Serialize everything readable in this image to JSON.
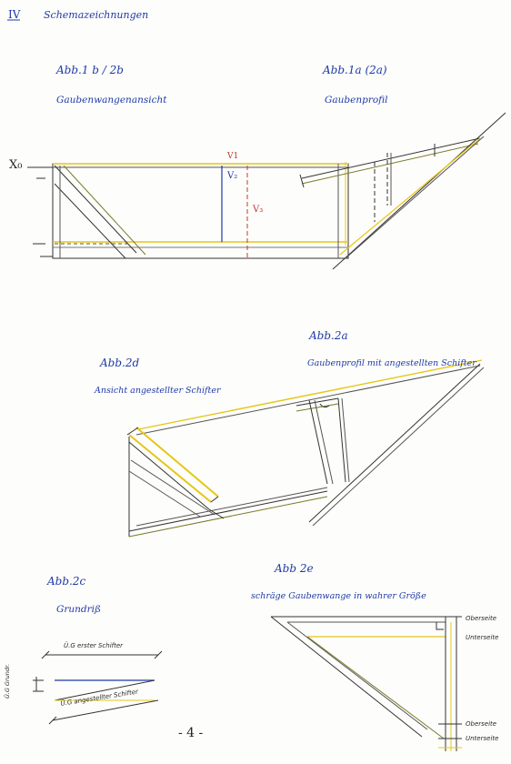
{
  "header": {
    "section": "IV",
    "title": "Schemazeichnungen"
  },
  "figures": {
    "abb1b": {
      "label": "Abb.1 b / 2b",
      "caption": "Gaubenwangenansicht"
    },
    "abb1a": {
      "label": "Abb.1a  (2a)",
      "caption": "Gaubenprofil"
    },
    "abb2a": {
      "label": "Abb.2a",
      "caption": "Gaubenprofil mit angestellten Schifter"
    },
    "abb2d": {
      "label": "Abb.2d",
      "caption": "Ansicht angestellter Schifter"
    },
    "abb2c": {
      "label": "Abb.2c",
      "caption": "Grundriß"
    },
    "abb2e": {
      "label": "Abb 2e",
      "caption": "schräge Gaubenwange in wahrer Größe"
    }
  },
  "markers": {
    "x0": "X₀",
    "v1": "V1",
    "v2": "V₂",
    "v3": "V₃"
  },
  "grundriss": {
    "top": "Ü.G   erster Schifter",
    "bottom": "Ü.G angestellter Schifter",
    "side": "Ü.G Grundr."
  },
  "wange": {
    "ober1": "Oberseite",
    "unter1": "Unterseite",
    "ober2": "Oberseite",
    "unter2": "Unterseite"
  },
  "page_number": "- 4 -",
  "colors": {
    "ink_blue": "#1f3aa8",
    "pencil": "#3a3a3a",
    "yellow": "#e6c619",
    "olive": "#7a7a2a",
    "red": "#c0392b"
  }
}
